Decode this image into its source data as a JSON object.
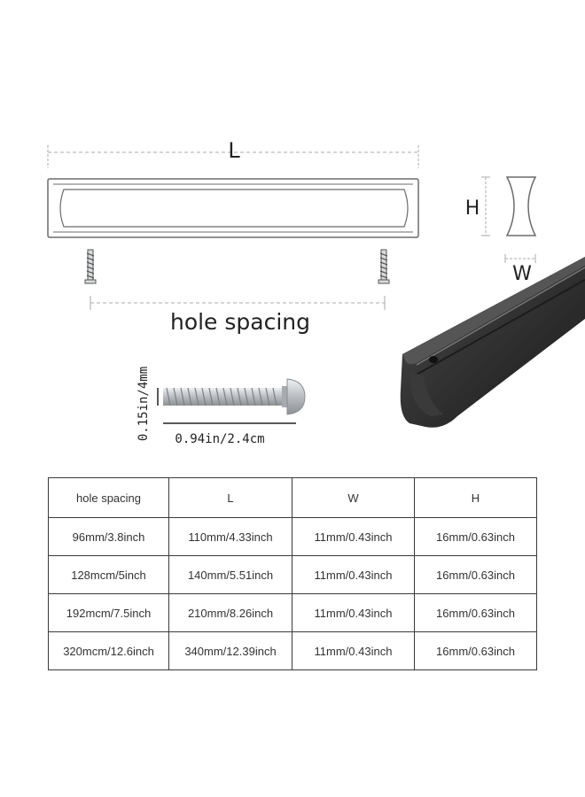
{
  "labels": {
    "length": "L",
    "height": "H",
    "width": "W",
    "hole_spacing": "hole spacing",
    "screw_length": "0.94in/2.4cm",
    "screw_diameter": "0.15in/4mm"
  },
  "table": {
    "headers": [
      "hole spacing",
      "L",
      "W",
      "H"
    ],
    "rows": [
      [
        "96mm/3.8inch",
        "110mm/4.33inch",
        "11mm/0.43inch",
        "16mm/0.63inch"
      ],
      [
        "128mcm/5inch",
        "140mm/5.51inch",
        "11mm/0.43inch",
        "16mm/0.63inch"
      ],
      [
        "192mcm/7.5inch",
        "210mm/8.26inch",
        "11mm/0.43inch",
        "16mm/0.63inch"
      ],
      [
        "320mcm/12.6inch",
        "340mm/12.39inch",
        "11mm/0.43inch",
        "16mm/0.63inch"
      ]
    ]
  },
  "colors": {
    "outline": "#6b6b6b",
    "dimension_line": "#aaaaaa",
    "handle_black": "#2a2a2a",
    "screw_metal": "#bfc3c7",
    "table_border": "#3a3a3a"
  }
}
